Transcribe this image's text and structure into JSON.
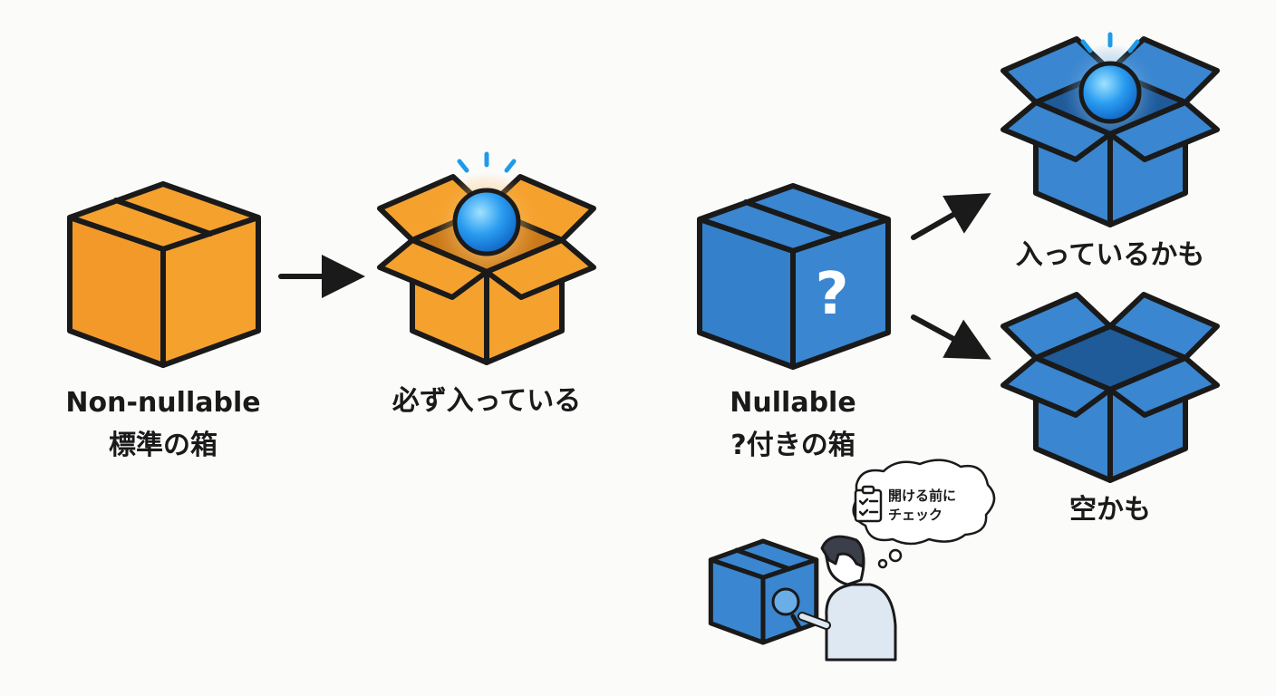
{
  "colors": {
    "orange": "#F5A12E",
    "blue": "#3A86D0",
    "outline": "#1a1a1a",
    "background": "#fbfbfa"
  },
  "non_nullable": {
    "title": "Non-nullable",
    "subtitle": "標準の箱",
    "result": "必ず入っている"
  },
  "nullable": {
    "title": "Nullable",
    "subtitle": "?付きの箱",
    "question_mark": "?",
    "result_present": "入っているかも",
    "result_empty": "空かも"
  },
  "thought_bubble": {
    "line1": "開ける前に",
    "line2": "チェック",
    "icon": "clipboard-check-icon"
  }
}
